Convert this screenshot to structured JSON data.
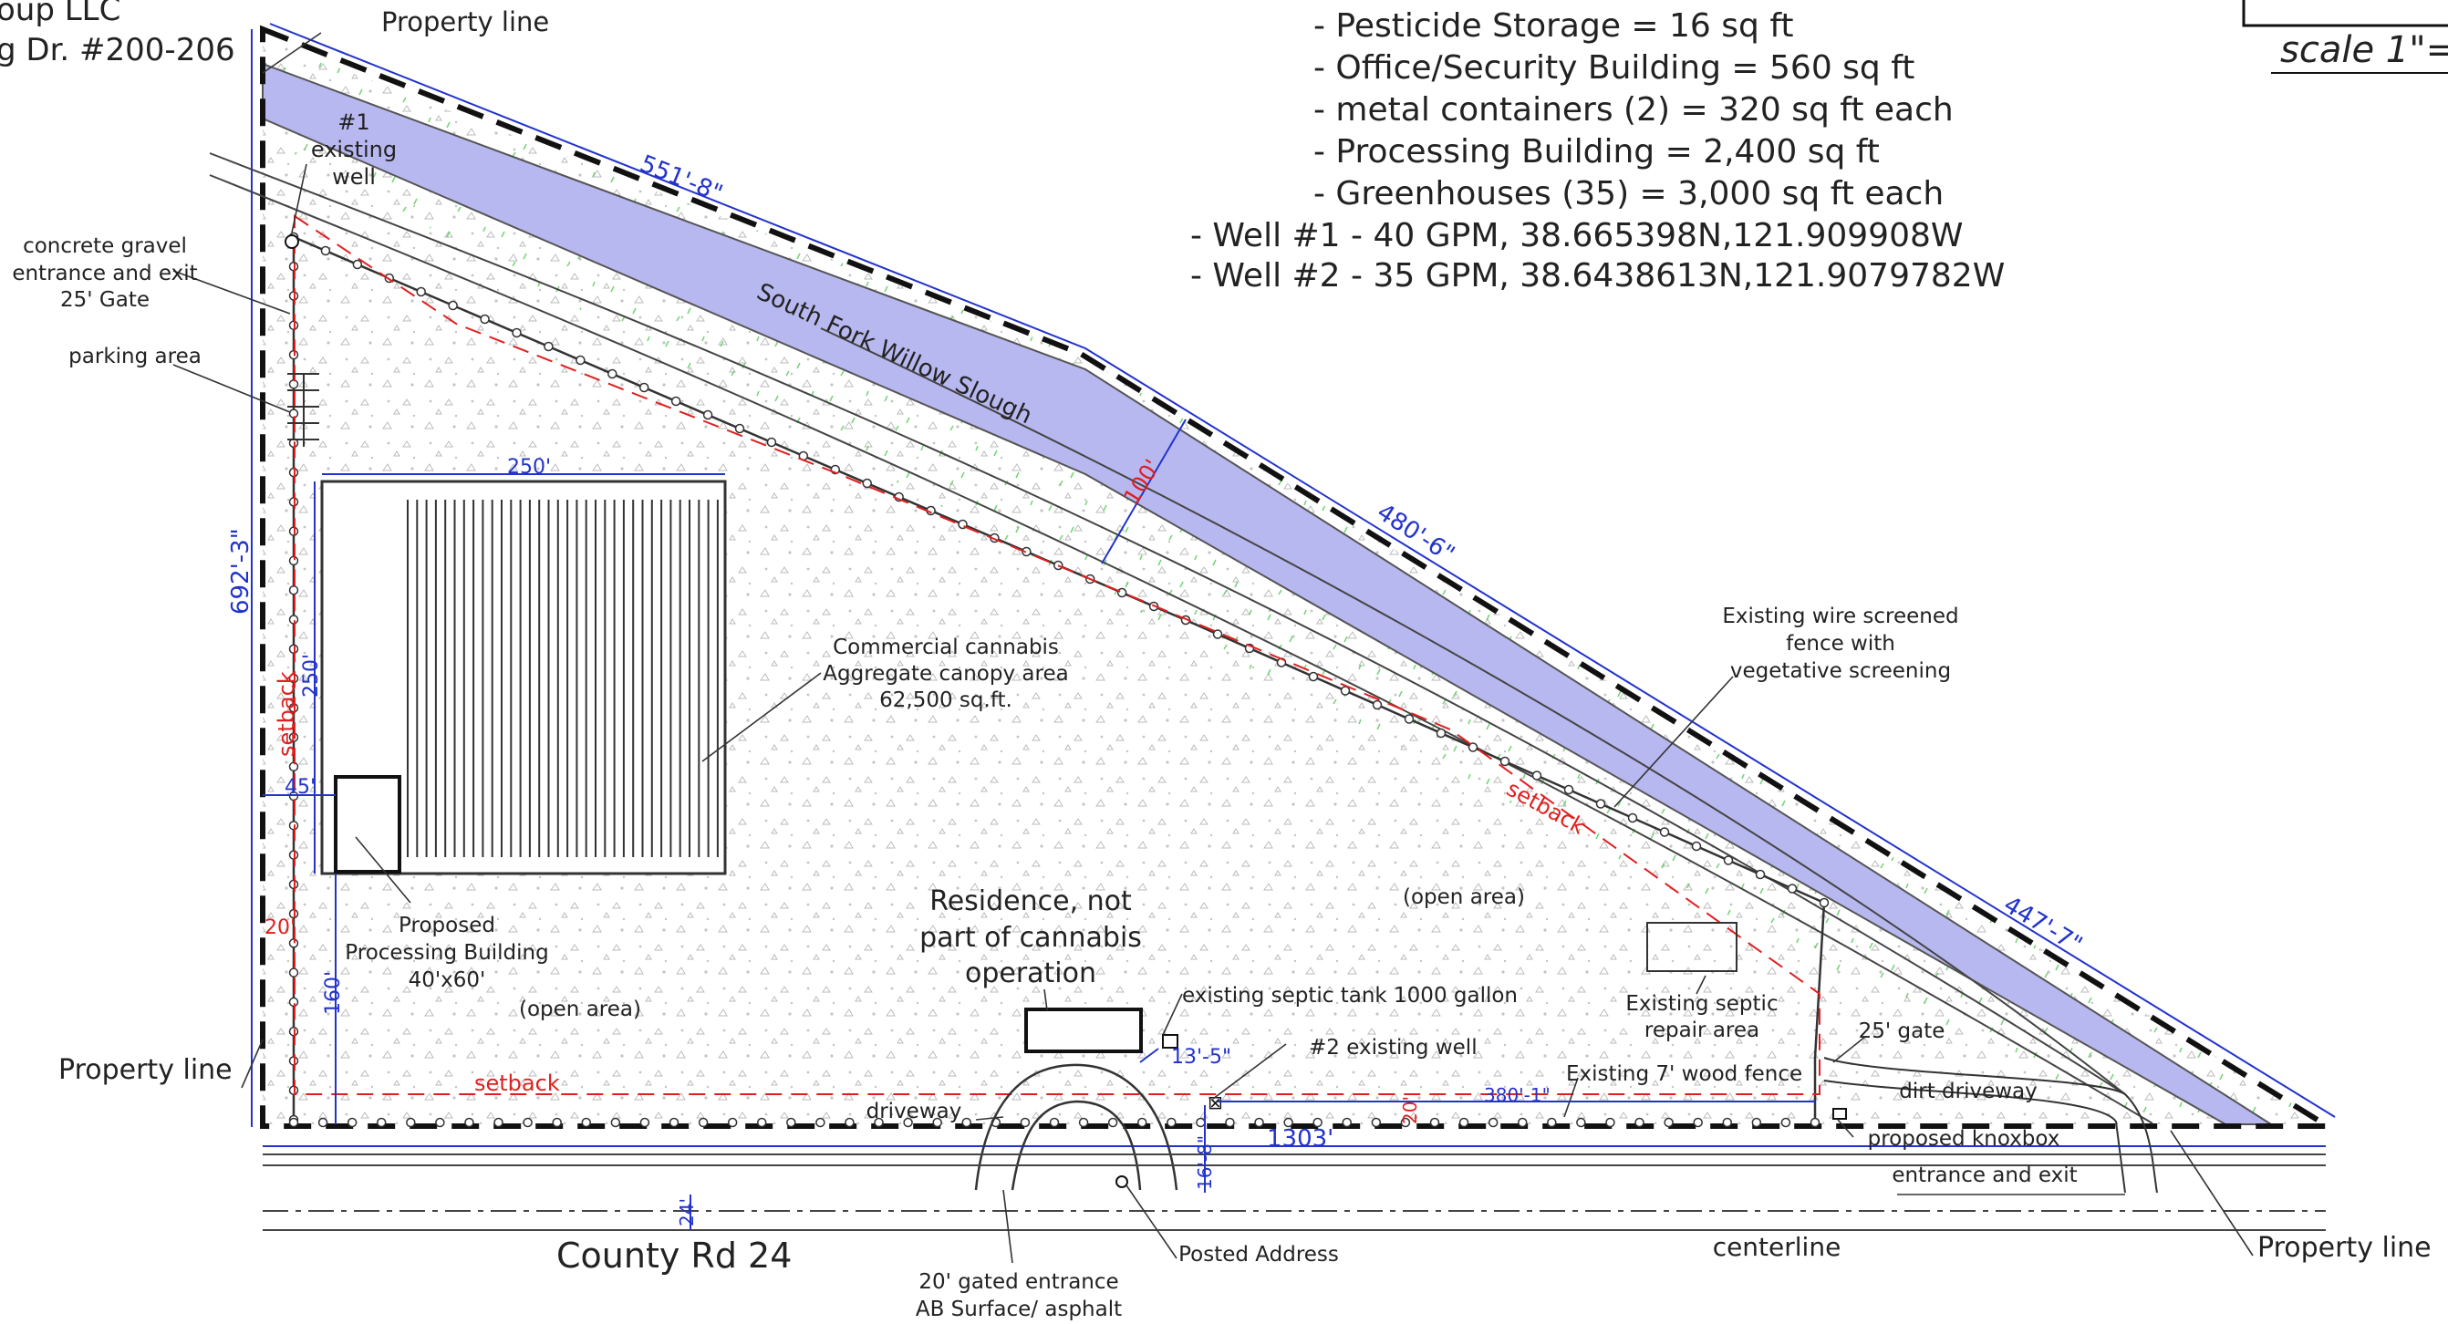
{
  "header": {
    "owner_partial": "oup LLC",
    "address_partial": "g Dr. #200-206",
    "scale_label": "scale 1\"="
  },
  "notes": [
    "- Pesticide Storage = 16 sq ft",
    "- Office/Security Building = 560 sq ft",
    "- metal containers (2) = 320 sq ft each",
    "- Processing Building = 2,400 sq ft",
    "- Greenhouses (35) = 3,000 sq ft each",
    "- Well #1 - 40 GPM, 38.665398N,121.909908W",
    "- Well #2 - 35 GPM, 38.6438613N,121.9079782W"
  ],
  "labels": {
    "property_line": "Property line",
    "well1_a": "#1",
    "well1_b": "existing",
    "well1_c": "well",
    "gate_a": "concrete gravel",
    "gate_b": "entrance and exit",
    "gate_c": "25' Gate",
    "parking": "parking area",
    "slough": "South Fork Willow Slough",
    "canopy_a": "Commercial cannabis",
    "canopy_b": "Aggregate canopy area",
    "canopy_c": "62,500 sq.ft.",
    "processing_a": "Proposed",
    "processing_b": "Processing Building",
    "processing_c": "40'x60'",
    "open_area": "(open area)",
    "residence_a": "Residence, not",
    "residence_b": "part of cannabis",
    "residence_c": "operation",
    "septic_tank": "existing septic tank 1000 gallon",
    "well2": "#2 existing well",
    "wood_fence": "Existing 7' wood fence",
    "septic_repair_a": "Existing septic",
    "septic_repair_b": "repair area",
    "wire_fence_a": "Existing wire screened",
    "wire_fence_b": "fence with",
    "wire_fence_c": "vegetative screening",
    "gate25": "25' gate",
    "dirt_driveway": "dirt driveway",
    "knoxbox": "proposed knoxbox",
    "entrance_exit": "entrance and exit",
    "driveway": "driveway",
    "road": "County Rd 24",
    "centerline": "centerline",
    "posted_address": "Posted Address",
    "gated_a": "20' gated entrance",
    "gated_b": "AB Surface/ asphalt",
    "setback": "setback"
  },
  "dimensions": {
    "north_edge": "551'-8\"",
    "mid_edge": "480'-6\"",
    "south_edge": "447'-7\"",
    "west_edge": "692'-3\"",
    "bottom_edge": "1303'",
    "canopy_width": "250'",
    "canopy_height": "250'",
    "west_offset": "45'",
    "setback_20": "20'",
    "south_offset": "160'",
    "septic_offset": "13'-5\"",
    "well2_offset": "380'-1\"",
    "well2_setback": "20'",
    "road_half": "24'",
    "driveway_offset": "16'-8\"",
    "slough_width": "100'"
  },
  "colors": {
    "dimension": "#2233cc",
    "setback": "#e02020",
    "slough": "#b8b8f0",
    "vegetation": "#55cc55"
  }
}
